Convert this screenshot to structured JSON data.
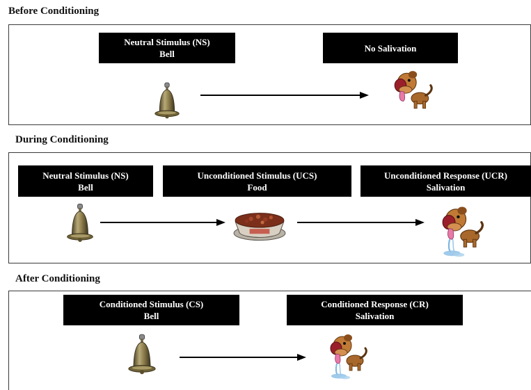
{
  "before": {
    "title": "Before Conditioning",
    "ns_box": {
      "line1": "Neutral Stimulus (NS)",
      "line2": "Bell"
    },
    "resp_box": {
      "line1": "No Salivation",
      "line2": ""
    },
    "icons": [
      "bell-icon",
      "dog-icon"
    ]
  },
  "during": {
    "title": "During Conditioning",
    "ns_box": {
      "line1": "Neutral Stimulus (NS)",
      "line2": "Bell"
    },
    "ucs_box": {
      "line1": "Unconditioned Stimulus (UCS)",
      "line2": "Food"
    },
    "ucr_box": {
      "line1": "Unconditioned Response (UCR)",
      "line2": "Salivation"
    },
    "icons": [
      "bell-icon",
      "food-bowl-icon",
      "salivating-dog-icon"
    ]
  },
  "after": {
    "title": "After Conditioning",
    "cs_box": {
      "line1": "Conditioned Stimulus (CS)",
      "line2": "Bell"
    },
    "cr_box": {
      "line1": "Conditioned Response (CR)",
      "line2": "Salivation"
    },
    "icons": [
      "bell-icon",
      "salivating-dog-icon"
    ]
  },
  "colors": {
    "label_bg": "#000000",
    "label_text": "#ffffff",
    "panel_border": "#3a3a3a",
    "bell": "#8a7a4c",
    "dog": "#b0712f",
    "bowl": "#8a3a22",
    "saliva": "#7fb6e0"
  }
}
